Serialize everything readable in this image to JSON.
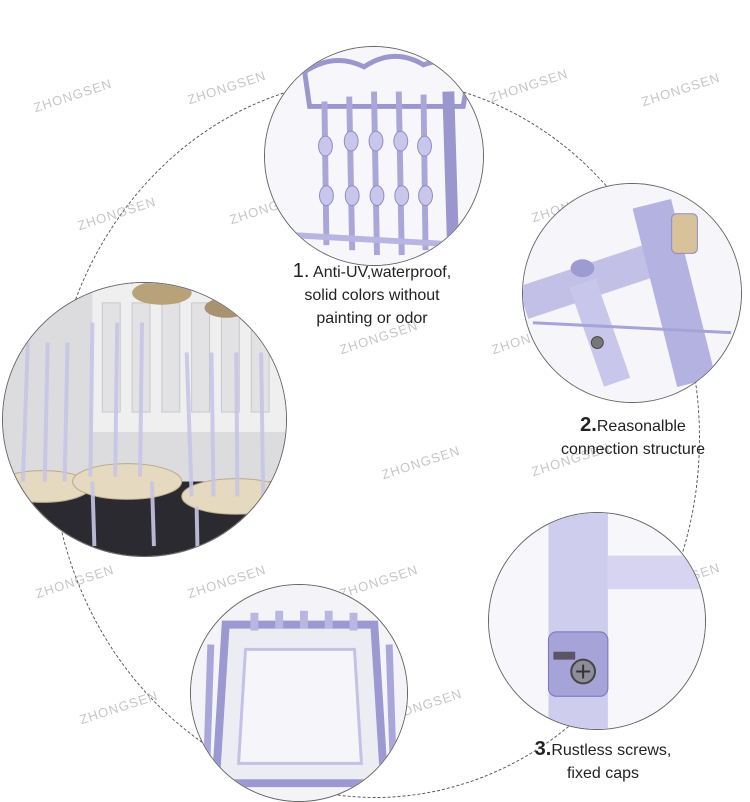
{
  "watermark": "ZHONGSEN",
  "features": [
    {
      "number": "1.",
      "lines": [
        "Anti-UV,waterproof,",
        "solid colors without",
        "painting or odor"
      ]
    },
    {
      "number": "2.",
      "lines": [
        "Reasonalble",
        "connection structure"
      ]
    },
    {
      "number": "3.",
      "lines": [
        "Rustless screws,",
        "fixed caps"
      ]
    }
  ],
  "colors": {
    "acrylic": "#b9b8e0",
    "acrylic_dark": "#8a86c8",
    "ring": "#555555"
  }
}
